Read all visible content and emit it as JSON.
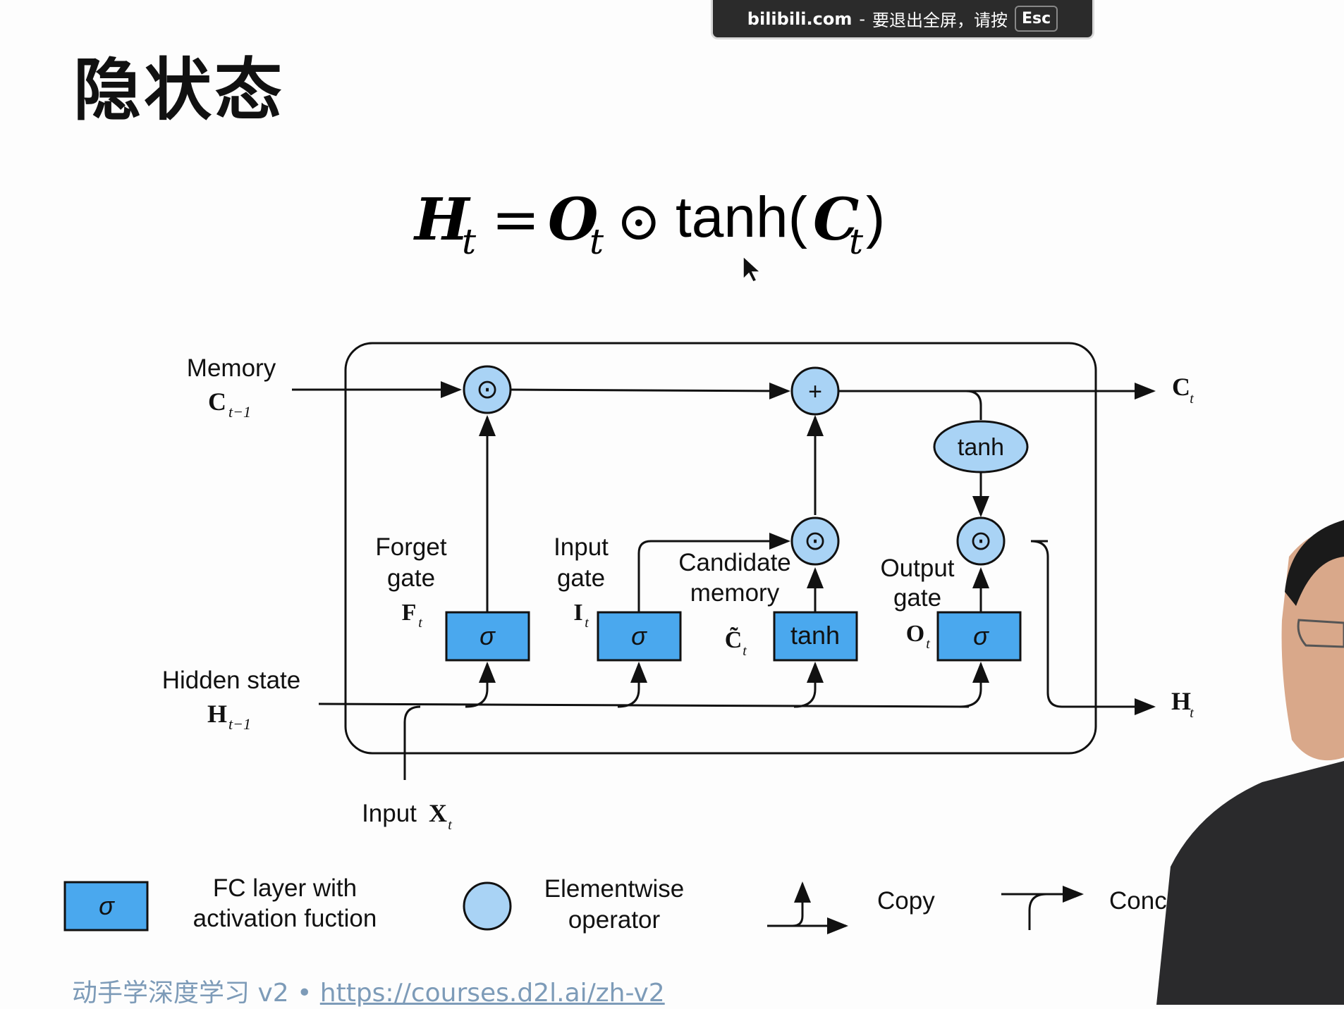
{
  "slide": {
    "title": "隐状态"
  },
  "banner": {
    "site": "bilibili.com",
    "sep": "-",
    "message": "要退出全屏，请按",
    "key": "Esc"
  },
  "equation": {
    "lhs": "H",
    "lhs_sub": "t",
    "eq": "=",
    "gate": "O",
    "gate_sub": "t",
    "op": "⊙",
    "func": "tanh(",
    "arg": "C",
    "arg_sub": "t",
    "close": ")"
  },
  "diagram": {
    "memory_label": "Memory",
    "c_prev": "C",
    "c_prev_sub": "t−1",
    "hidden_label": "Hidden state",
    "h_prev": "H",
    "h_prev_sub": "t−1",
    "c_out": "C",
    "c_out_sub": "t",
    "h_out": "H",
    "h_out_sub": "t",
    "input_label": "Input",
    "x_in": "X",
    "x_in_sub": "t",
    "forget_label_1": "Forget",
    "forget_label_2": "gate",
    "forget_sym": "F",
    "forget_sub": "t",
    "input_gate_label_1": "Input",
    "input_gate_label_2": "gate",
    "input_sym": "I",
    "input_sub": "t",
    "candidate_label_1": "Candidate",
    "candidate_label_2": "memory",
    "candidate_sym": "C̃",
    "candidate_sub": "t",
    "output_label_1": "Output",
    "output_label_2": "gate",
    "output_sym": "O",
    "output_sub": "t",
    "sigma": "σ",
    "tanh": "tanh",
    "plus": "+",
    "odot": "⊙"
  },
  "legend": {
    "fc_symbol": "σ",
    "fc_line1": "FC layer with",
    "fc_line2": "activation fuction",
    "elem_line1": "Elementwise",
    "elem_line2": "operator",
    "copy": "Copy",
    "concat": "Conca"
  },
  "footer": {
    "text": "动手学深度学习 v2 • ",
    "link": "https://courses.d2l.ai/zh-v2"
  },
  "colors": {
    "box_fill": "#4aa8ee",
    "circle_fill": "#a9d3f5",
    "footer": "#7d9bb8"
  }
}
